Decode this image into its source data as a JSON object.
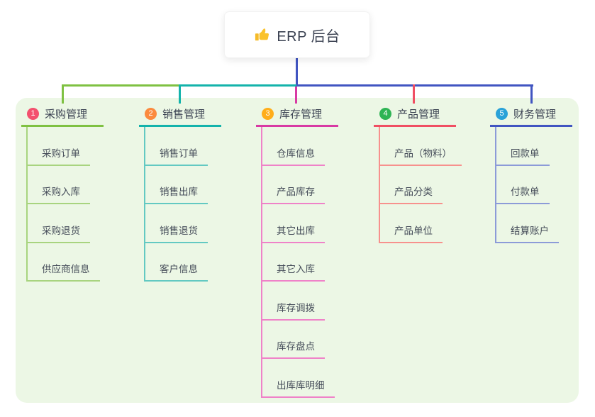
{
  "root": {
    "label": "ERP 后台",
    "icon": {
      "name": "thumbs-up",
      "glyph": "👍",
      "color": "#f5bb29"
    }
  },
  "colors": {
    "panel_background": "#ecf7e5",
    "root_line": "#4155c1",
    "header_text": "#3b4252",
    "child_text": "#454c59"
  },
  "branches": [
    {
      "index": "1",
      "label": "采购管理",
      "badge_color": "#f3506e",
      "color": "#7fc142",
      "child_color": "#a8d47f",
      "children": [
        "采购订单",
        "采购入库",
        "采购退货",
        "供应商信息"
      ]
    },
    {
      "index": "2",
      "label": "销售管理",
      "badge_color": "#fb8a3e",
      "color": "#14b3ab",
      "child_color": "#63c9c2",
      "children": [
        "销售订单",
        "销售出库",
        "销售退货",
        "客户信息"
      ]
    },
    {
      "index": "3",
      "label": "库存管理",
      "badge_color": "#ffad1a",
      "color": "#d83aa4",
      "child_color": "#ef82c8",
      "children": [
        "仓库信息",
        "产品库存",
        "其它出库",
        "其它入库",
        "库存调拨",
        "库存盘点",
        "出库库明细"
      ]
    },
    {
      "index": "4",
      "label": "产品管理",
      "badge_color": "#2eb454",
      "color": "#f04f63",
      "child_color": "#f7918d",
      "children": [
        "产品（物料）",
        "产品分类",
        "产品单位"
      ]
    },
    {
      "index": "5",
      "label": "财务管理",
      "badge_color": "#2aa2d8",
      "color": "#4155c1",
      "child_color": "#8c9bd8",
      "children": [
        "回款单",
        "付款单",
        "结算账户"
      ]
    }
  ]
}
